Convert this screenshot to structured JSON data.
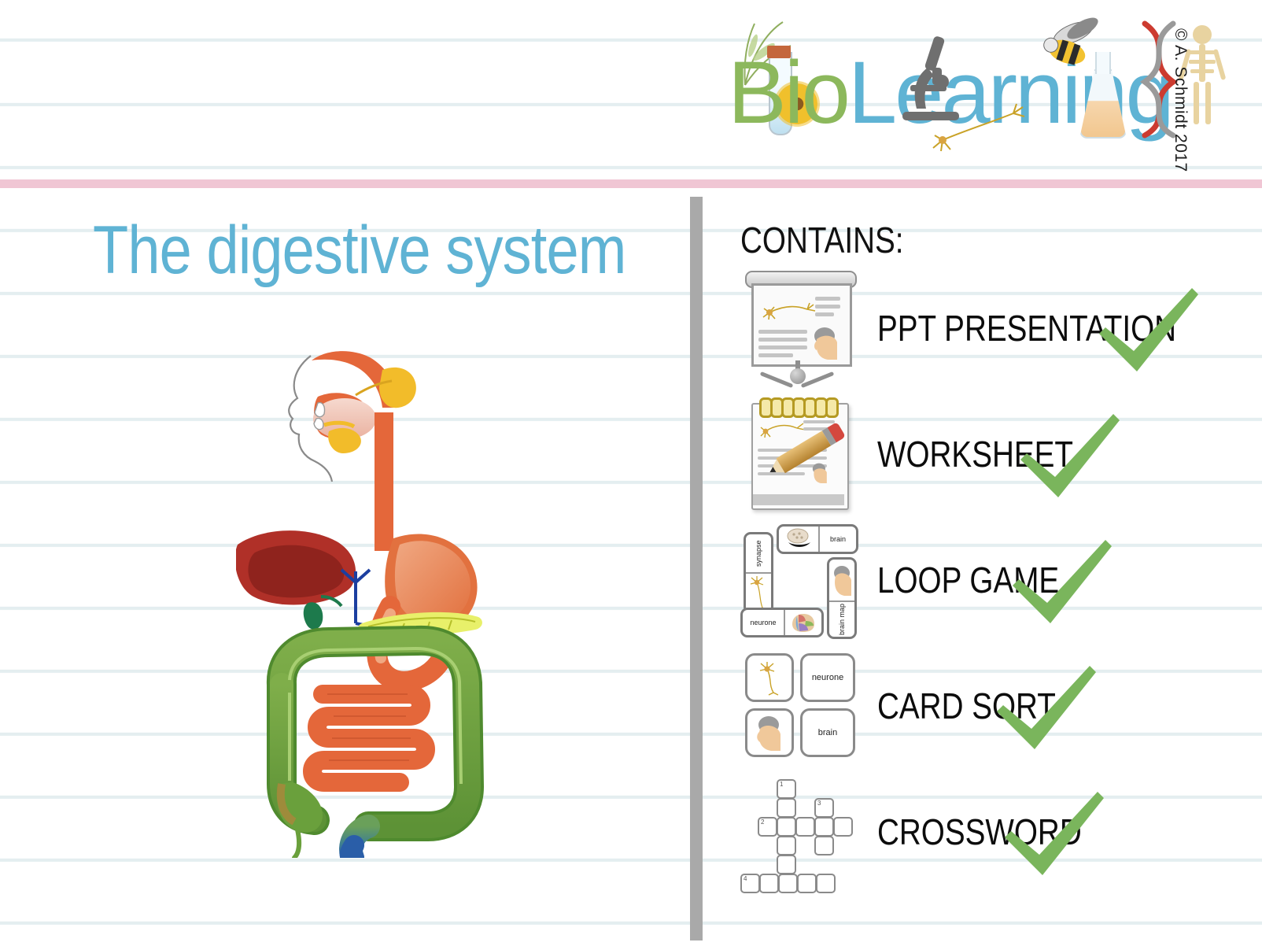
{
  "header": {
    "logo_text_part1": "Bio",
    "logo_text_part2": "Learning",
    "logo_color_bio": "#8cb85c",
    "logo_color_learning": "#5fb3d4",
    "copyright": "© A. Schmidt 2017",
    "divider_color": "#f0c6d4"
  },
  "main": {
    "title": "The digestive system",
    "title_color": "#5fb3d4",
    "illustration": {
      "name": "digestive-system-diagram",
      "parts": [
        "mouth",
        "salivary glands",
        "oesophagus",
        "liver",
        "gall bladder",
        "stomach",
        "pancreas",
        "small intestine",
        "large intestine",
        "appendix",
        "rectum"
      ]
    }
  },
  "contains": {
    "heading": "CONTAINS:",
    "check_color": "#7ab55c",
    "items": [
      {
        "label": "PPT PRESENTATION",
        "icon": "projector-screen-icon",
        "checked": true
      },
      {
        "label": "WORKSHEET",
        "icon": "notepad-pencil-icon",
        "checked": true
      },
      {
        "label": "LOOP GAME",
        "icon": "loop-cards-icon",
        "checked": true
      },
      {
        "label": "CARD SORT",
        "icon": "sort-cards-icon",
        "checked": true
      },
      {
        "label": "CROSSWORD",
        "icon": "crossword-grid-icon",
        "checked": true
      }
    ]
  },
  "icon_text": {
    "loop_cards": [
      "synapse",
      "brain",
      "neurone",
      "brain map"
    ],
    "sort_cards": [
      "neurone",
      "brain"
    ],
    "crossword_numbers": [
      "1",
      "2",
      "3",
      "4"
    ]
  }
}
